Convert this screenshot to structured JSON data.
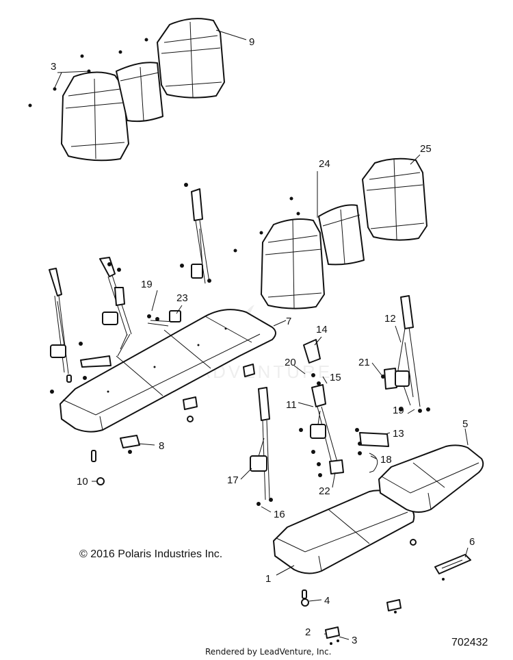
{
  "labels": {
    "l1": "1",
    "l2": "2",
    "l3a": "3",
    "l3b": "3",
    "l4": "4",
    "l5": "5",
    "l6": "6",
    "l7": "7",
    "l8": "8",
    "l9": "9",
    "l10": "10",
    "l11": "11",
    "l12": "12",
    "l13": "13",
    "l14": "14",
    "l15": "15",
    "l16": "16",
    "l17": "17",
    "l18": "18",
    "l19a": "19",
    "l19b": "19",
    "l20": "20",
    "l21": "21",
    "l22": "22",
    "l23": "23",
    "l24": "24",
    "l25": "25"
  },
  "copyright": "© 2016 Polaris Industries Inc.",
  "rendered_by": "Rendered by LeadVenture, Inc.",
  "diagram_number": "702432",
  "watermark": "LEADVENTURE"
}
